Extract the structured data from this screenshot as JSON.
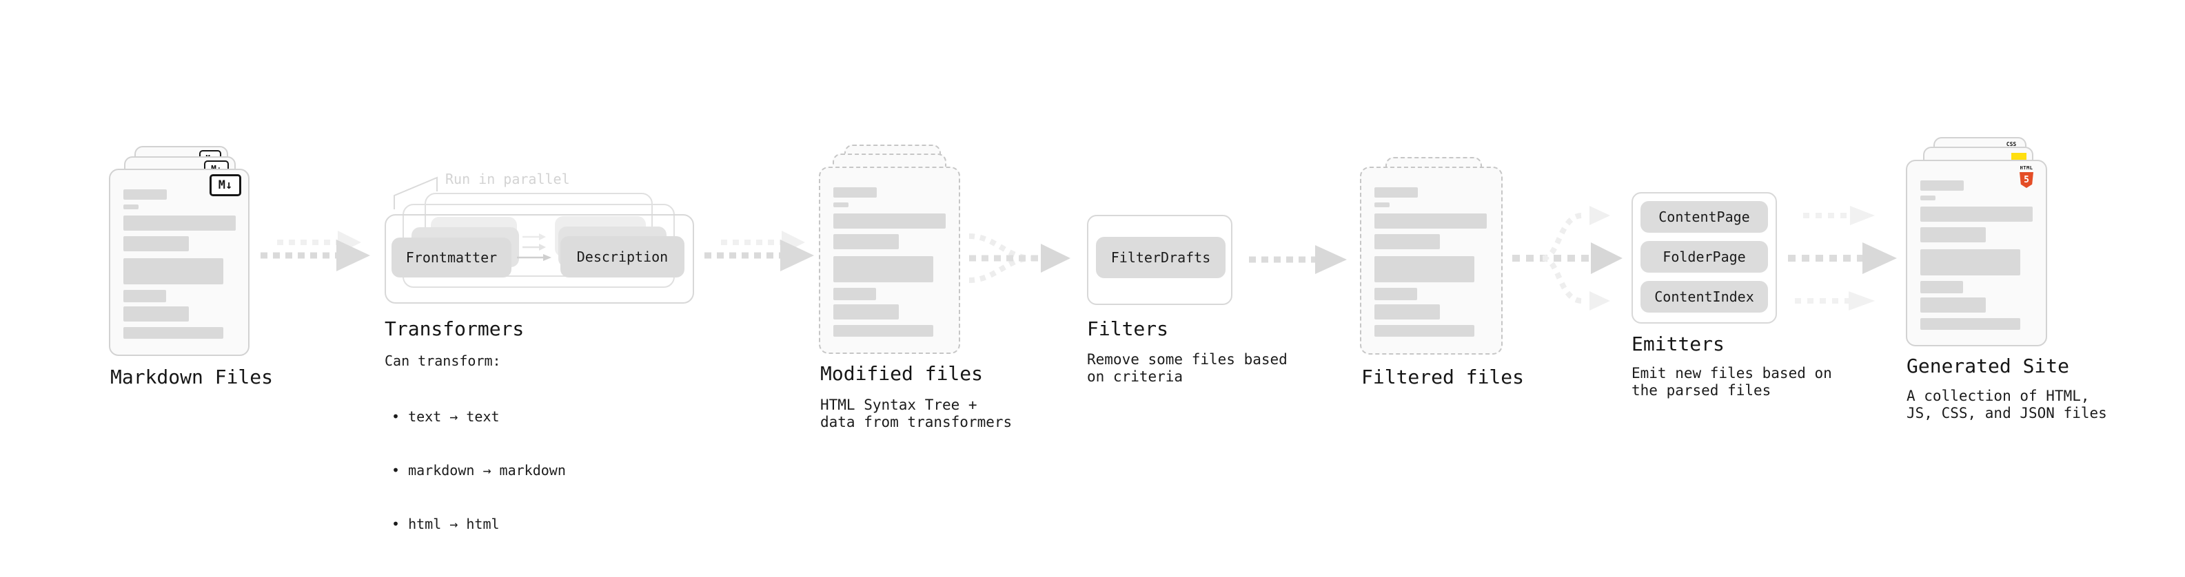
{
  "stages": {
    "markdown_files": {
      "title": "Markdown Files",
      "badge": "M↓"
    },
    "transformers": {
      "title": "Transformers",
      "annotation": "Run in parallel",
      "pill_left": "Frontmatter",
      "pill_right": "Description",
      "subtitle_heading": "Can transform:",
      "bullets": [
        "• text → text",
        "• markdown → markdown",
        "• html → html"
      ]
    },
    "modified_files": {
      "title": "Modified files",
      "subtitle": "HTML Syntax Tree +\ndata from transformers"
    },
    "filters": {
      "title": "Filters",
      "pill": "FilterDrafts",
      "subtitle": "Remove some files based\non criteria"
    },
    "filtered_files": {
      "title": "Filtered files"
    },
    "emitters": {
      "title": "Emitters",
      "pills": [
        "ContentPage",
        "FolderPage",
        "ContentIndex"
      ],
      "subtitle": "Emit new files based on\nthe parsed files"
    },
    "generated_site": {
      "title": "Generated Site",
      "subtitle": "A collection of HTML,\nJS, CSS, and JSON files",
      "badges": {
        "css": "CSS",
        "html": "HTML",
        "html_number": "5"
      }
    }
  },
  "colors": {
    "html5_orange": "#e44d26",
    "js_yellow": "#ffdf10",
    "css_blue": "#2b62f0",
    "placeholder_gray": "#d9d9d9",
    "pill_gray": "#dcdcdc"
  }
}
